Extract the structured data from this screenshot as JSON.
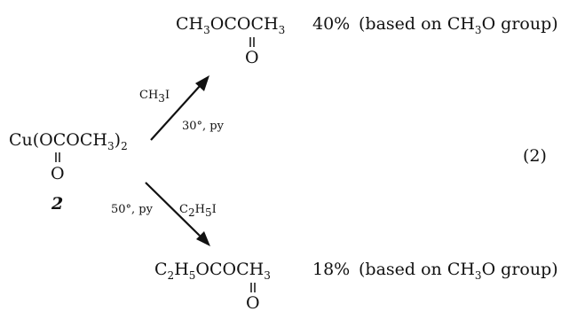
{
  "reactant": {
    "formula_head": "Cu(OCOCH",
    "sub1": "3",
    "formula_tail": ")",
    "sub2": "2",
    "carbonyl_o": "O",
    "compound_number": "2"
  },
  "top_arrow": {
    "reagent_head": "CH",
    "reagent_sub": "3",
    "reagent_tail": "I",
    "conditions": "30°, py"
  },
  "bottom_arrow": {
    "conditions": "50°, py",
    "reagent_head": "C",
    "reagent_sub1": "2",
    "reagent_mid": "H",
    "reagent_sub2": "5",
    "reagent_tail": "I"
  },
  "top_product": {
    "part1": "CH",
    "sub1": "3",
    "part2": "OCOCH",
    "sub2": "3",
    "yield": "40%",
    "note_head": "(based on CH",
    "note_sub": "3",
    "note_tail": "O group)",
    "carbonyl_o": "O"
  },
  "bottom_product": {
    "part1": "C",
    "sub1": "2",
    "part2": "H",
    "sub2": "5",
    "part3": "OCOCH",
    "sub3": "3",
    "yield": "18%",
    "note_head": "(based on CH",
    "note_sub": "3",
    "note_tail": "O group)",
    "carbonyl_o": "O"
  },
  "equation_number": "(2)"
}
